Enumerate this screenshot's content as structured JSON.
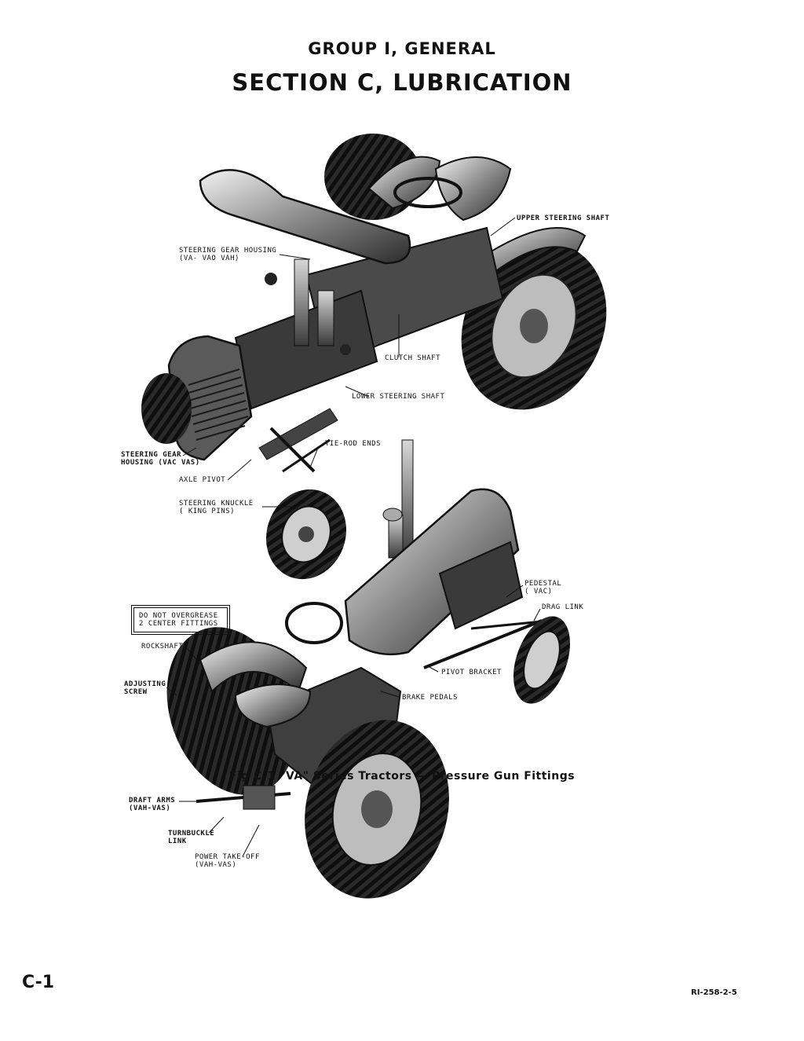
{
  "header": {
    "group": "GROUP I, GENERAL",
    "section": "SECTION C, LUBRICATION"
  },
  "figure": {
    "top_callouts": {
      "upper_steering_shaft": "UPPER STEERING SHAFT",
      "steering_gear_housing": "STEERING GEAR HOUSING\n(VA- VAO VAH)",
      "clutch_shaft": "CLUTCH SHAFT",
      "lower_steering_shaft": "LOWER STEERING SHAFT",
      "steering_gear_housing_vac": "STEERING GEAR\nHOUSING (VAC VAS)",
      "tie_rod_ends": "TIE-ROD ENDS",
      "axle_pivot": "AXLE PIVOT",
      "steering_knuckle": "STEERING KNUCKLE\n( KING PINS)"
    },
    "bottom_callouts": {
      "warning": "DO NOT OVERGREASE\n2 CENTER FITTINGS",
      "pedestal": "PEDESTAL\n( VAC)",
      "drag_link": "DRAG LINK",
      "rockshaft": "ROCKSHAFT",
      "adjusting_screw": "ADJUSTING\nSCREW",
      "pivot_bracket": "PIVOT BRACKET",
      "brake_pedals": "BRAKE PEDALS",
      "draft_arms": "DRAFT ARMS\n(VAH-VAS)",
      "turnbuckle_link": "TURNBUCKLE\nLINK",
      "power_take_off": "POWER TAKE-OFF\n(VAH-VAS)"
    },
    "caption": "Fig C-1 \"VA\" Series Tractors — Pressure Gun Fittings"
  },
  "footer": {
    "page": "C-1",
    "doc_number": "RI-258-2-5"
  }
}
